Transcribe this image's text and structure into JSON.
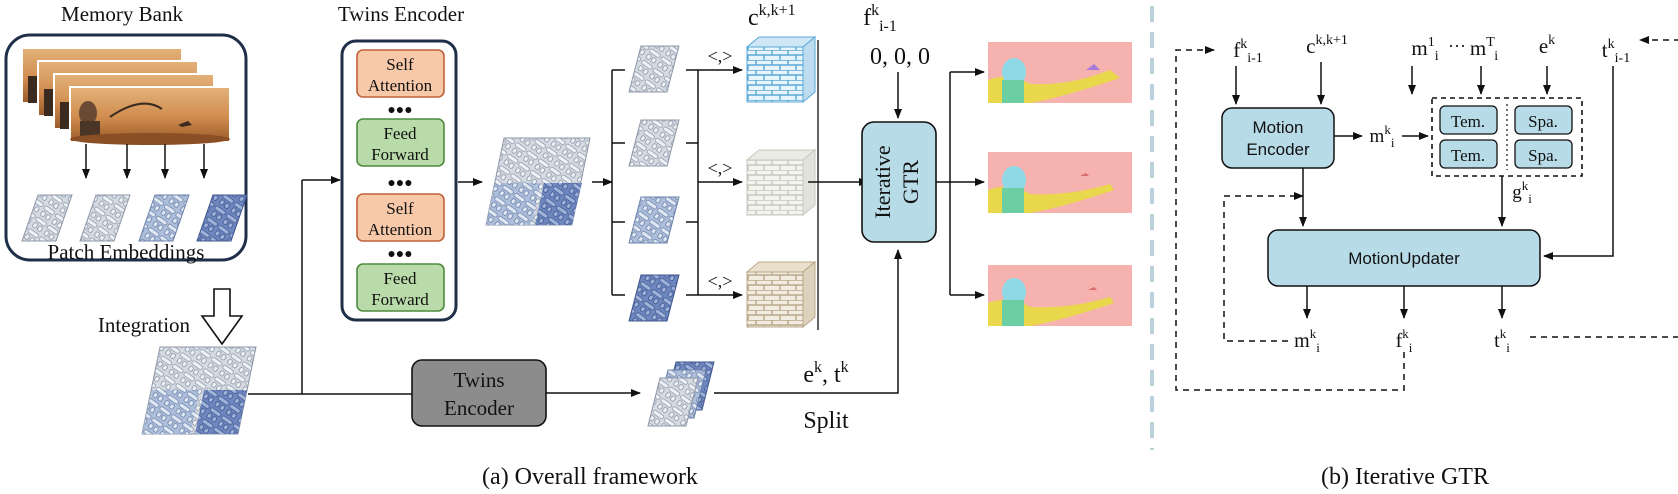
{
  "colors": {
    "navy": "#1f2f4a",
    "attention_fill": "#f7c9a9",
    "attention_stroke": "#c0623a",
    "ffn_fill": "#b9dba9",
    "ffn_stroke": "#4e8a3e",
    "module_fill": "#b8dbe8",
    "twins_gray": "#8c8c8c",
    "divider": "#bcd3de",
    "flow_pink": "#f6b2ae",
    "patch_light": "#d5dbe4",
    "patch_mid": "#b7c9e0",
    "patch_dark": "#7a92c6"
  },
  "left": {
    "memory_bank_title": "Memory Bank",
    "patch_embeddings_label": "Patch Embeddings",
    "integration_label": "Integration",
    "twins_encoder_title": "Twins Encoder",
    "encoder_blocks": [
      {
        "line1": "Self",
        "line2": "Attention",
        "kind": "attention"
      },
      {
        "line1": "Feed",
        "line2": "Forward",
        "kind": "ffn"
      },
      {
        "line1": "Self",
        "line2": "Attention",
        "kind": "attention"
      },
      {
        "line1": "Feed",
        "line2": "Forward",
        "kind": "ffn"
      }
    ],
    "ellipsis": "●●●",
    "twins_encoder_box": "Twins Encoder",
    "corr_label": "c",
    "corr_sup": "k,k+1",
    "corr_ops": [
      "<,>",
      "<,>",
      "<,>"
    ],
    "flow_label": "f",
    "flow_sup": "k",
    "flow_sub": "i-1",
    "flow_init": "0, 0, 0",
    "gtr_line1": "Iterative",
    "gtr_line2": "GTR",
    "et_label_e": "e",
    "et_label_t": "t",
    "et_sup": "k",
    "split_label": "Split",
    "caption": "(a) Overall framework"
  },
  "right": {
    "in_f": "f",
    "in_f_sup": "k",
    "in_f_sub": "i-1",
    "in_c": "c",
    "in_c_sup": "k,k+1",
    "in_m1": "m",
    "in_m1_sup": "1",
    "in_m1_sub": "i",
    "in_dots": "···",
    "in_mT": "m",
    "in_mT_sup": "T",
    "in_mT_sub": "i",
    "in_e": "e",
    "in_e_sup": "k",
    "in_t": "t",
    "in_t_sup": "k",
    "in_t_sub": "i-1",
    "motion_encoder_line1": "Motion",
    "motion_encoder_line2": "Encoder",
    "m_mid": "m",
    "m_mid_sup": "k",
    "m_mid_sub": "i",
    "tem_label": "Tem.",
    "spa_label": "Spa.",
    "g_label": "g",
    "g_sup": "k",
    "g_sub": "i",
    "motion_updater": "MotionUpdater",
    "out_m": "m",
    "out_m_sup": "k",
    "out_m_sub": "i",
    "out_f": "f",
    "out_f_sup": "k",
    "out_f_sub": "i",
    "out_t": "t",
    "out_t_sup": "k",
    "out_t_sub": "i",
    "caption": "(b) Iterative GTR"
  }
}
